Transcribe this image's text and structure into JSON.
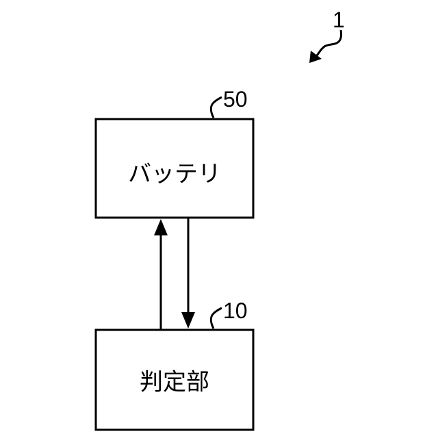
{
  "figure_ref": "1",
  "blocks": [
    {
      "id": "battery",
      "label": "バッテリ",
      "ref": "50"
    },
    {
      "id": "judge",
      "label": "判定部",
      "ref": "10"
    }
  ]
}
